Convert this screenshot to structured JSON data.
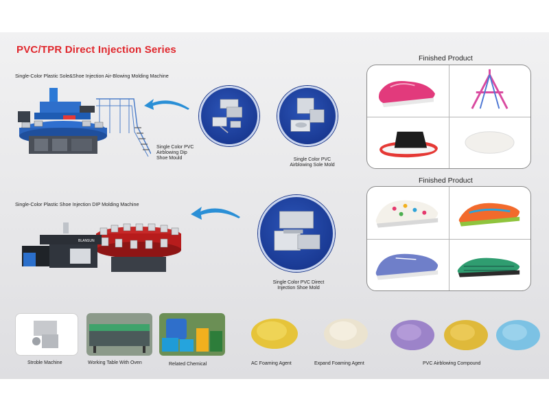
{
  "title": "PVC/TPR Direct Injection Series",
  "machine1": {
    "label": "Single-Color Plastic Sole&Shoe Injection Air-Blowing Molding Machine",
    "mould_a": [
      "Single Color PVC",
      "Airblowing Dip",
      "Shoe Mould"
    ],
    "mould_b": [
      "Single Color  PVC",
      "Airblowing Sole Mold"
    ]
  },
  "machine2": {
    "label": "Single-Color Plastic Shoe Injection DIP Molding Machine",
    "mould": [
      "Single Color PVC Direct",
      "Injection Shoe Mold"
    ],
    "brand": "BLANSUN"
  },
  "finished_label": "Finished Product",
  "accessories": [
    "Stroble Machine",
    "Working Table With Oven",
    "Related Chemical",
    "AC Foaming Agent",
    "Expand Foaming Agent",
    "PVC Airblowing Compound"
  ],
  "colors": {
    "title": "#e0262c",
    "disc": "#1a3a94",
    "arrow": "#2a8fd6"
  }
}
